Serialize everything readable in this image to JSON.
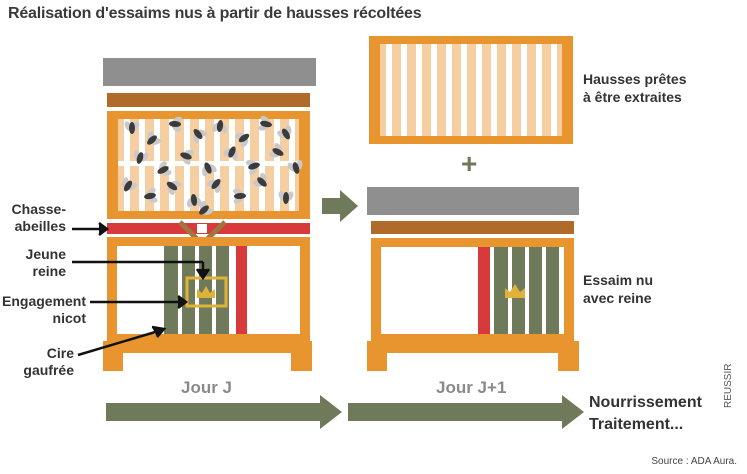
{
  "title": "Réalisation d'essaims nus à partir de hausses récoltées",
  "labels": {
    "chasse_1": "Chasse-",
    "chasse_2": "abeilles",
    "jeune_1": "Jeune",
    "jeune_2": "reine",
    "engagement_1": "Engagement",
    "engagement_2": "nicot",
    "cire_1": "Cire",
    "cire_2": "gaufrée",
    "hausses_1": "Hausses prêtes",
    "hausses_2": "à être extraites",
    "essaim_1": "Essaim nu",
    "essaim_2": "avec reine"
  },
  "plus": "+",
  "day_j": "Jour J",
  "day_j1": "Jour J+1",
  "outcome_1": "Nourrissement",
  "outcome_2": "Traitement...",
  "credit": "REUSSIR",
  "source": "Source : ADA Aura.",
  "colors": {
    "wood": "#e8952f",
    "frame_light": "#f5cfa2",
    "roof": "#8f8f8f",
    "board": "#b06a2a",
    "bee_escape": "#d8393a",
    "green_frame": "#6f7a5b",
    "arrow": "#6f7a5b",
    "crown": "#e1b23a"
  }
}
